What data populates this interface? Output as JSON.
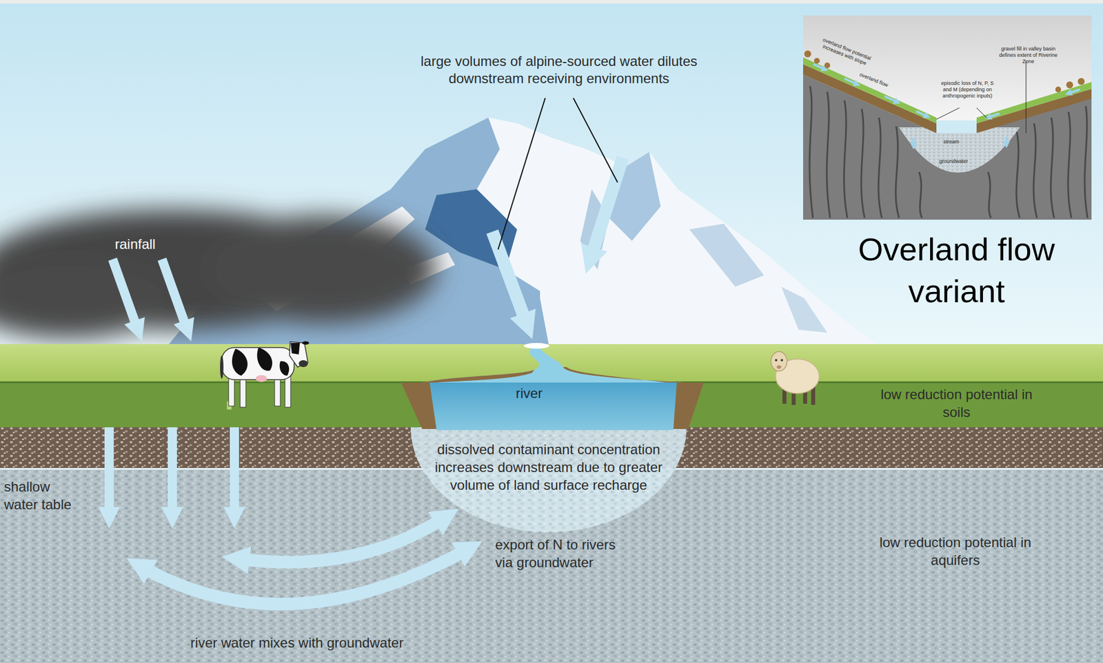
{
  "diagram": {
    "nodes": [
      {
        "text": [
          "river"
        ]
      },
      {
        "text": [
          "dissolved contaminant concentration increases downstream due to greater volume of land surface recharge"
        ]
      }
    ],
    "labels": [
      "large volumes of alpine-sourced water dilutes downstream receiving environments",
      "rainfall",
      "low reduction potential in soils",
      "shallow water table",
      "export of N to rivers via groundwater",
      "low reduction potential in aquifers",
      "river water mixes with groundwater",
      "overland flow potential increases with slope",
      "overland flow",
      "episodic loss of N, P, S and M (depending on anthropogenic inputs)",
      "gravel fill in valley basin defines extent of Riverine Zone",
      "stream",
      "groundwater",
      "Overland flow variant"
    ]
  }
}
